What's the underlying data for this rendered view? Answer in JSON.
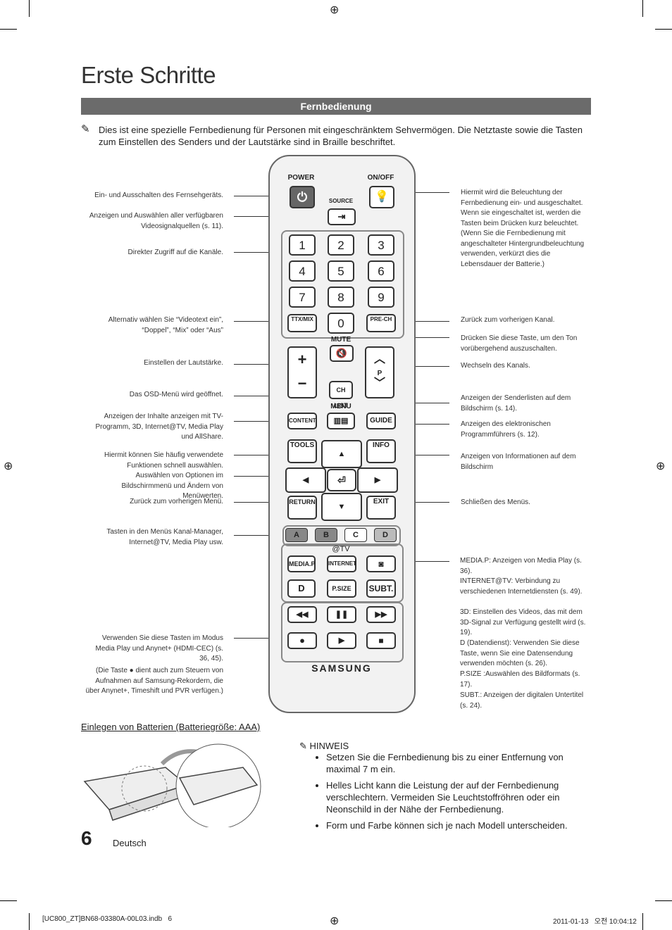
{
  "page_title": "Erste Schritte",
  "section_header": "Fernbedienung",
  "intro_note": "Dies ist eine spezielle Fernbedienung für Personen mit eingeschränktem Sehvermögen. Die Netztaste sowie die Tasten zum Einstellen des Senders und der Lautstärke sind in Braille beschriftet.",
  "left_annotations": [
    "Ein- und Ausschalten des Fernsehgeräts.",
    "Anzeigen und Auswählen aller verfügbaren Videosignalquellen (s. 11).",
    "Direkter Zugriff auf die Kanäle.",
    "Alternativ wählen Sie “Videotext ein”, “Doppel”, “Mix” oder “Aus”",
    "Einstellen der Lautstärke.",
    "Das OSD-Menü wird geöffnet.",
    "Anzeigen der Inhalte anzeigen mit TV-Programm, 3D, Internet@TV, Media Play und AllShare.",
    "Hiermit können Sie häufig verwendete Funktionen schnell auswählen.",
    "Auswählen von Optionen im Bildschirmmenü und Ändern von Menüwerten.",
    "Zurück zum vorherigen Menü.",
    "Tasten in den Menüs Kanal-Manager, Internet@TV, Media Play usw.",
    "Verwenden Sie diese Tasten im Modus Media Play und Anynet+ (HDMI-CEC) (s. 36, 45).",
    "(Die Taste ● dient auch zum Steuern von Aufnahmen auf Samsung-Rekordern, die über Anynet+, Timeshift und PVR verfügen.)"
  ],
  "right_annotations": [
    "Hiermit wird die Beleuchtung der Fernbedienung ein- und ausgeschaltet. Wenn sie eingeschaltet ist, werden die Tasten beim Drücken kurz beleuchtet. (Wenn Sie die Fernbedienung mit angeschalteter Hintergrundbeleuchtung verwenden, verkürzt dies die Lebensdauer der Batterie.)",
    "Zurück zum vorherigen Kanal.",
    "Drücken Sie diese Taste, um den Ton vorübergehend auszuschalten.",
    "Wechseln des Kanals.",
    "Anzeigen der Senderlisten auf dem Bildschirm (s. 14).",
    "Anzeigen des elektronischen Programmführers (s. 12).",
    "Anzeigen von Informationen auf dem Bildschirm",
    "Schließen des Menüs.",
    "MEDIA.P: Anzeigen von Media Play (s. 36).",
    "INTERNET@TV: Verbindung zu verschiedenen Internetdiensten (s. 49).",
    "3D: Einstellen des Videos, das mit dem 3D-Signal zur Verfügung gestellt wird (s. 19).",
    "D (Datendienst): Verwenden Sie diese Taste, wenn Sie eine Datensendung verwenden möchten (s. 26).",
    "P.SIZE :Auswählen des Bildformats (s. 17).",
    "SUBT.: Anzeigen der digitalen Untertitel (s. 24)."
  ],
  "remote": {
    "power": "POWER",
    "onoff": "ON/OFF",
    "source": "SOURCE",
    "numbers": [
      "1",
      "2",
      "3",
      "4",
      "5",
      "6",
      "7",
      "8",
      "9",
      "0"
    ],
    "ttx": "TTX/MIX",
    "prech": "PRE-CH",
    "mute": "MUTE",
    "p": "P",
    "chlist": "CH LIST",
    "menu": "MENU",
    "content": "CONTENT",
    "guide": "GUIDE",
    "tools": "TOOLS",
    "info": "INFO",
    "return": "RETURN",
    "exit": "EXIT",
    "colors": [
      "A",
      "B",
      "C",
      "D"
    ],
    "attv": "@TV",
    "mediap": "MEDIA.P",
    "internet": "INTERNET",
    "d": "D",
    "psize": "P.SIZE",
    "subt": "SUBT.",
    "brand": "SAMSUNG"
  },
  "battery_heading": "Einlegen von Batterien (Batteriegröße: AAA)",
  "hint": {
    "title": "HINWEIS",
    "items": [
      "Setzen Sie die Fernbedienung bis zu einer Entfernung von maximal 7 m ein.",
      "Helles Licht kann die Leistung der auf der Fernbedienung verschlechtern. Vermeiden Sie Leuchtstoffröhren oder ein Neonschild in der Nähe der Fernbedienung.",
      "Form und Farbe können sich je nach Modell unterscheiden."
    ]
  },
  "footer": {
    "page_number": "6",
    "language": "Deutsch",
    "file": "[UC800_ZT]BN68-03380A-00L03.indb   6",
    "timestamp": "2011-01-13   오전 10:04:12"
  }
}
